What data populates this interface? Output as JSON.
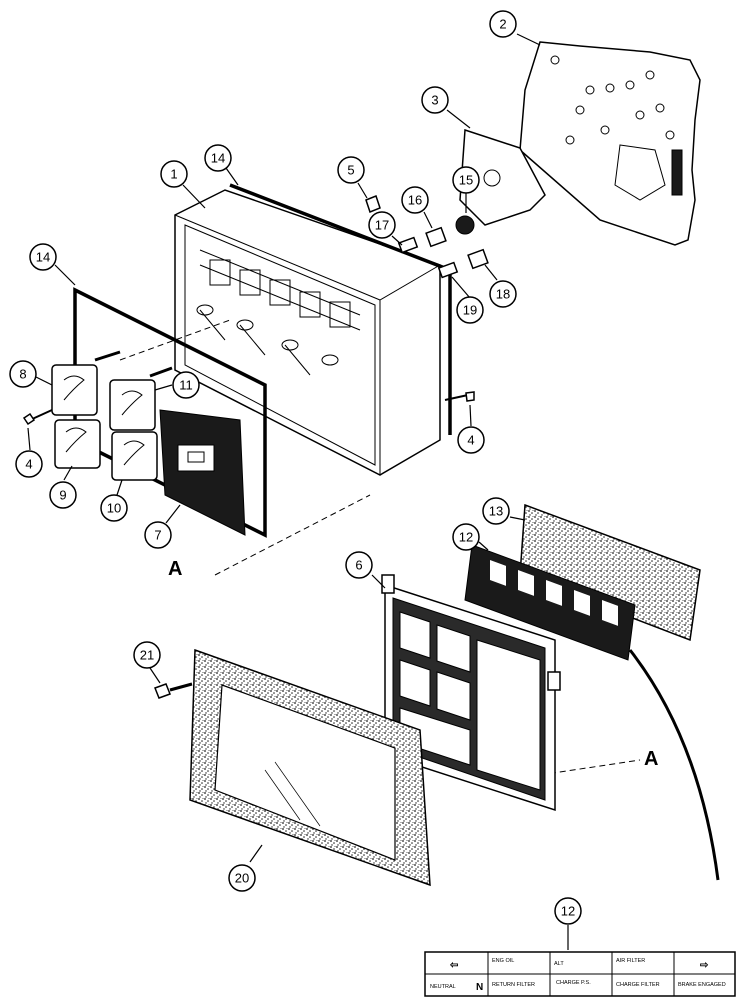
{
  "callouts": [
    {
      "id": "c1",
      "label": "1"
    },
    {
      "id": "c2",
      "label": "2"
    },
    {
      "id": "c3",
      "label": "3"
    },
    {
      "id": "c4a",
      "label": "4"
    },
    {
      "id": "c4b",
      "label": "4"
    },
    {
      "id": "c5",
      "label": "5"
    },
    {
      "id": "c6",
      "label": "6"
    },
    {
      "id": "c7",
      "label": "7"
    },
    {
      "id": "c8",
      "label": "8"
    },
    {
      "id": "c9",
      "label": "9"
    },
    {
      "id": "c10",
      "label": "10"
    },
    {
      "id": "c11",
      "label": "11"
    },
    {
      "id": "c12a",
      "label": "12"
    },
    {
      "id": "c12b",
      "label": "12"
    },
    {
      "id": "c13",
      "label": "13"
    },
    {
      "id": "c14a",
      "label": "14"
    },
    {
      "id": "c14b",
      "label": "14"
    },
    {
      "id": "c15",
      "label": "15"
    },
    {
      "id": "c16",
      "label": "16"
    },
    {
      "id": "c17",
      "label": "17"
    },
    {
      "id": "c18",
      "label": "18"
    },
    {
      "id": "c19",
      "label": "19"
    },
    {
      "id": "c20",
      "label": "20"
    },
    {
      "id": "c21",
      "label": "21"
    }
  ],
  "section_markers": [
    {
      "id": "A1",
      "label": "A"
    },
    {
      "id": "A2",
      "label": "A"
    }
  ],
  "decal": {
    "top_row": [
      "",
      "ENG OIL",
      "ALT",
      "AIR FILTER",
      ""
    ],
    "bottom_row": [
      "NEUTRAL",
      "RETURN FILTER",
      "CHARGE P.S.",
      "CHARGE FILTER",
      "BRAKE ENGAGED"
    ],
    "neutral_symbol": "N",
    "left_arrow": "⇦",
    "right_arrow": "⇨"
  }
}
